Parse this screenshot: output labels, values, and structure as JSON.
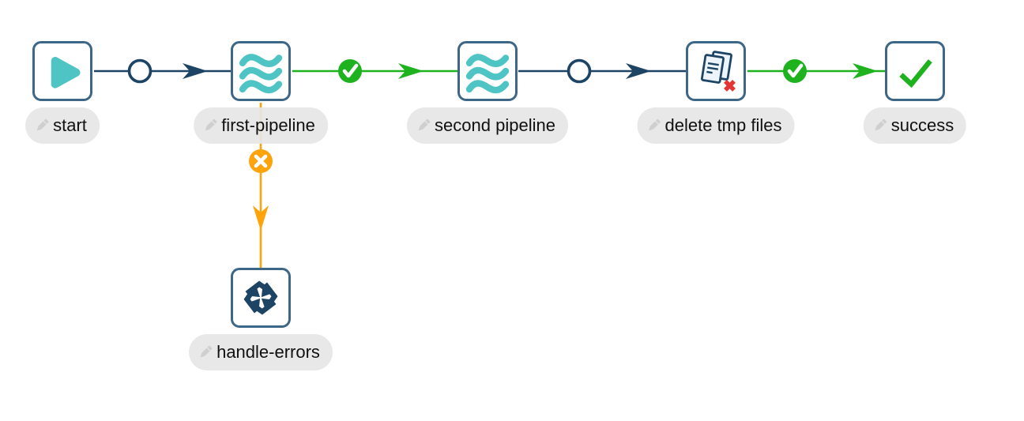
{
  "app": {
    "name": "workflow editor canvas"
  },
  "colors": {
    "navy": "#1d4464",
    "border": "#3e6787",
    "teal": "#4fc4c4",
    "green": "#1eb21e",
    "orange": "#ffa30b",
    "red": "#e23636",
    "pill": "#e8e8e8",
    "pencil": "#cfcfcf",
    "text": "#101010",
    "bg": "#ffffff"
  },
  "workflow": {
    "nodes": [
      {
        "id": "start",
        "label": "start",
        "type": "start-action",
        "icon": "play-icon"
      },
      {
        "id": "first-pipeline",
        "label": "first-pipeline",
        "type": "pipeline-action",
        "icon": "pipeline-waves-icon"
      },
      {
        "id": "second-pipeline",
        "label": "second pipeline",
        "type": "pipeline-action",
        "icon": "pipeline-waves-icon"
      },
      {
        "id": "delete-tmp-files",
        "label": "delete tmp files",
        "type": "delete-files-action",
        "icon": "documents-delete-icon"
      },
      {
        "id": "success",
        "label": "success",
        "type": "success-action",
        "icon": "check-icon"
      },
      {
        "id": "handle-errors",
        "label": "handle-errors",
        "type": "workflow-action",
        "icon": "cycle-arrows-icon"
      }
    ],
    "hops": [
      {
        "from": "start",
        "to": "first-pipeline",
        "condition": "unconditional",
        "marker": "open-circle-icon"
      },
      {
        "from": "first-pipeline",
        "to": "second-pipeline",
        "condition": "on-success",
        "marker": "green-check-icon"
      },
      {
        "from": "second-pipeline",
        "to": "delete-tmp-files",
        "condition": "unconditional",
        "marker": "open-circle-icon"
      },
      {
        "from": "delete-tmp-files",
        "to": "success",
        "condition": "on-success",
        "marker": "green-check-icon"
      },
      {
        "from": "first-pipeline",
        "to": "handle-errors",
        "condition": "on-failure",
        "marker": "orange-cross-icon"
      }
    ]
  }
}
